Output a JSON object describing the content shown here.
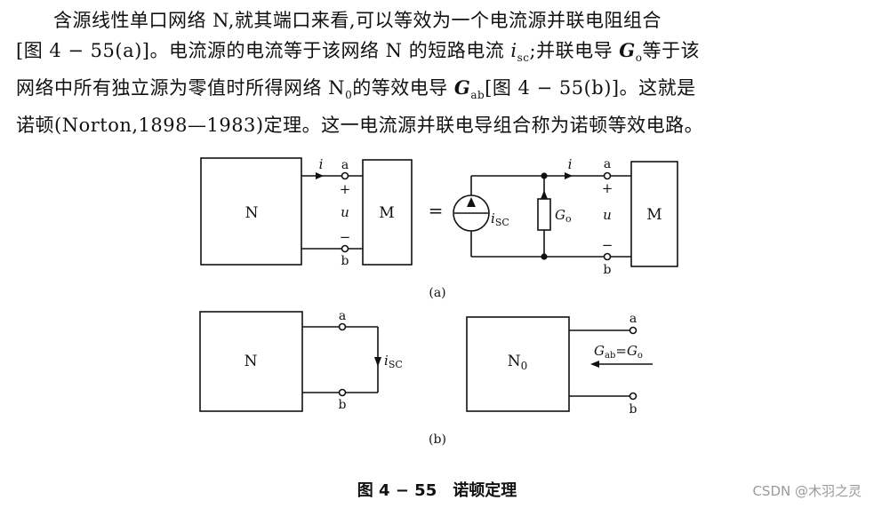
{
  "paragraph": {
    "line1": {
      "text": "含源线性单口网络 N,就其端口来看,可以等效为一个电流源并联电阻组合"
    },
    "line2": {
      "a": "[图 4 − 55(a)]。电流源的电流等于该网络 N 的短路电流 ",
      "var": "i",
      "sub": "sc",
      "b": ";并联电导 ",
      "var2": "G",
      "sub2": "o",
      "c": "等于该"
    },
    "line3": {
      "a": "网络中所有独立源为零值时所得网络 N",
      "sub": "0",
      "b": "的等效电导 ",
      "var": "G",
      "sub2": "ab",
      "c": "[图 4 − 55(b)]。这就是"
    },
    "line4": {
      "text": "诺顿(Norton,1898—1983)定理。这一电流源并联电导组合称为诺顿等效电路。"
    }
  },
  "figure_a": {
    "net_n": "N",
    "net_m_left": "M",
    "net_m_right": "M",
    "current_left": "i",
    "current_right": "i",
    "term_a_left": "a",
    "term_b_left": "b",
    "term_a_right": "a",
    "term_b_right": "b",
    "plus_left": "+",
    "minus_left": "−",
    "plus_right": "+",
    "minus_right": "−",
    "voltage_left": "u",
    "voltage_right": "u",
    "equals": "=",
    "source_var": "i",
    "source_sub": "SC",
    "conductance_var": "G",
    "conductance_sub": "o",
    "label": "(a)"
  },
  "figure_b": {
    "net_n": "N",
    "net_n0_main": "N",
    "net_n0_sub": "0",
    "term_a_left": "a",
    "term_b_left": "b",
    "term_a_right": "a",
    "term_b_right": "b",
    "short_var": "i",
    "short_sub": "SC",
    "gab_var": "G",
    "gab_sub": "ab",
    "gab_eq": "=",
    "go_var": "G",
    "go_sub": "o",
    "label": "(b)"
  },
  "caption": "图 4 − 55　诺顿定理",
  "watermark": "CSDN @木羽之灵"
}
